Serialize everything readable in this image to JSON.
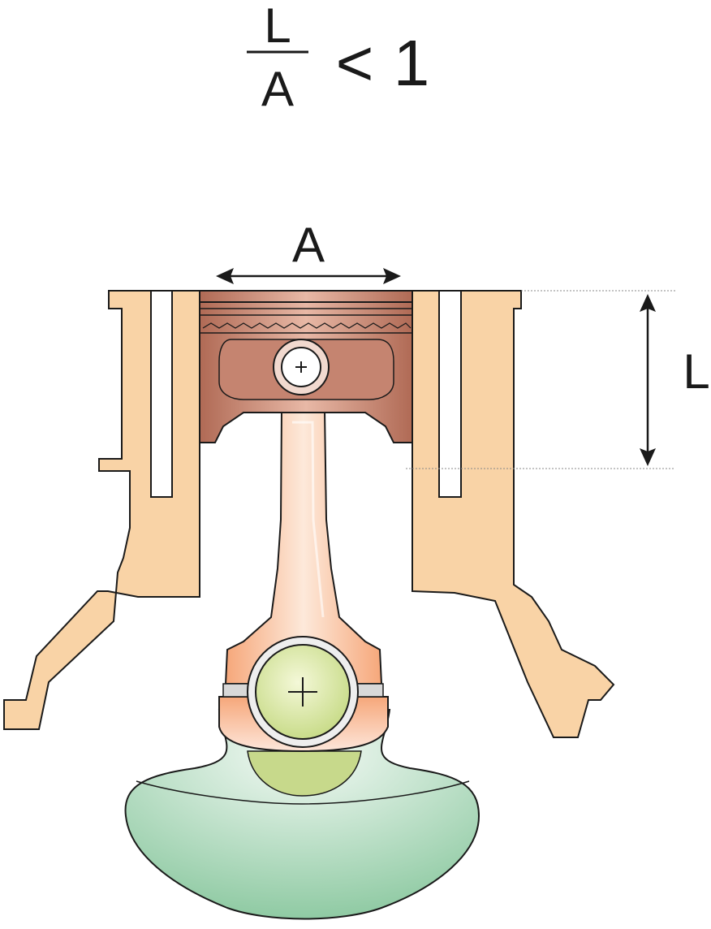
{
  "formula": {
    "numerator": "L",
    "denominator": "A",
    "operator": "<",
    "value": "1"
  },
  "labels": {
    "bore": "A",
    "stroke": "L"
  },
  "colors": {
    "block": "#f9d3a6",
    "piston": "#c98a78",
    "rod": "#f5b98f",
    "crank_journal": "#d9e6a3",
    "counterweight": "#bfe0c8",
    "outline": "#1a1a1a"
  }
}
